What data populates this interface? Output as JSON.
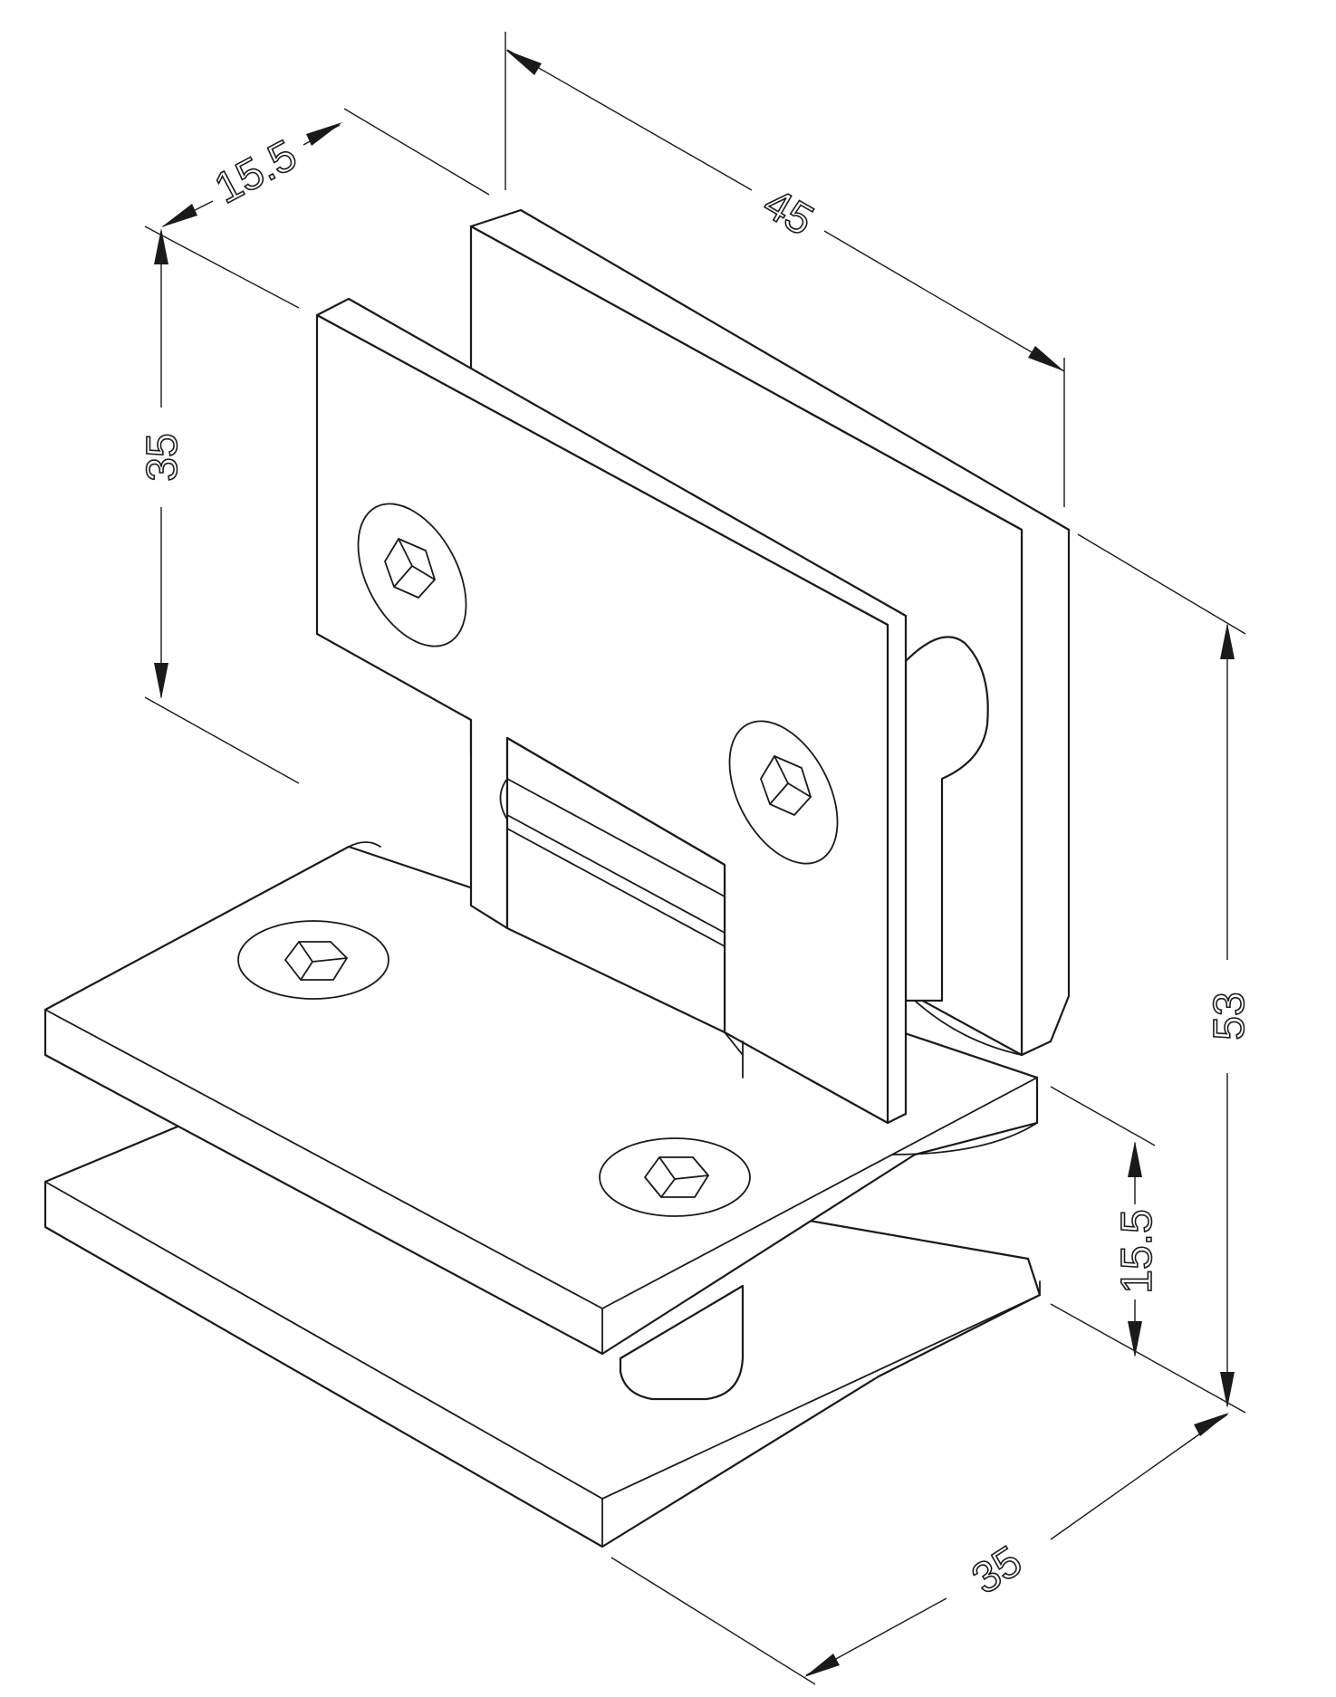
{
  "drawing": {
    "subject": "glass-to-glass hinge isometric",
    "line_color": "#1a1a1a",
    "background": "#ffffff"
  },
  "dimensions": {
    "top_width": "45",
    "top_depth": "15.5",
    "plate_height": "35",
    "overall_height": "53",
    "lower_depth": "15.5",
    "bottom_width": "35"
  }
}
